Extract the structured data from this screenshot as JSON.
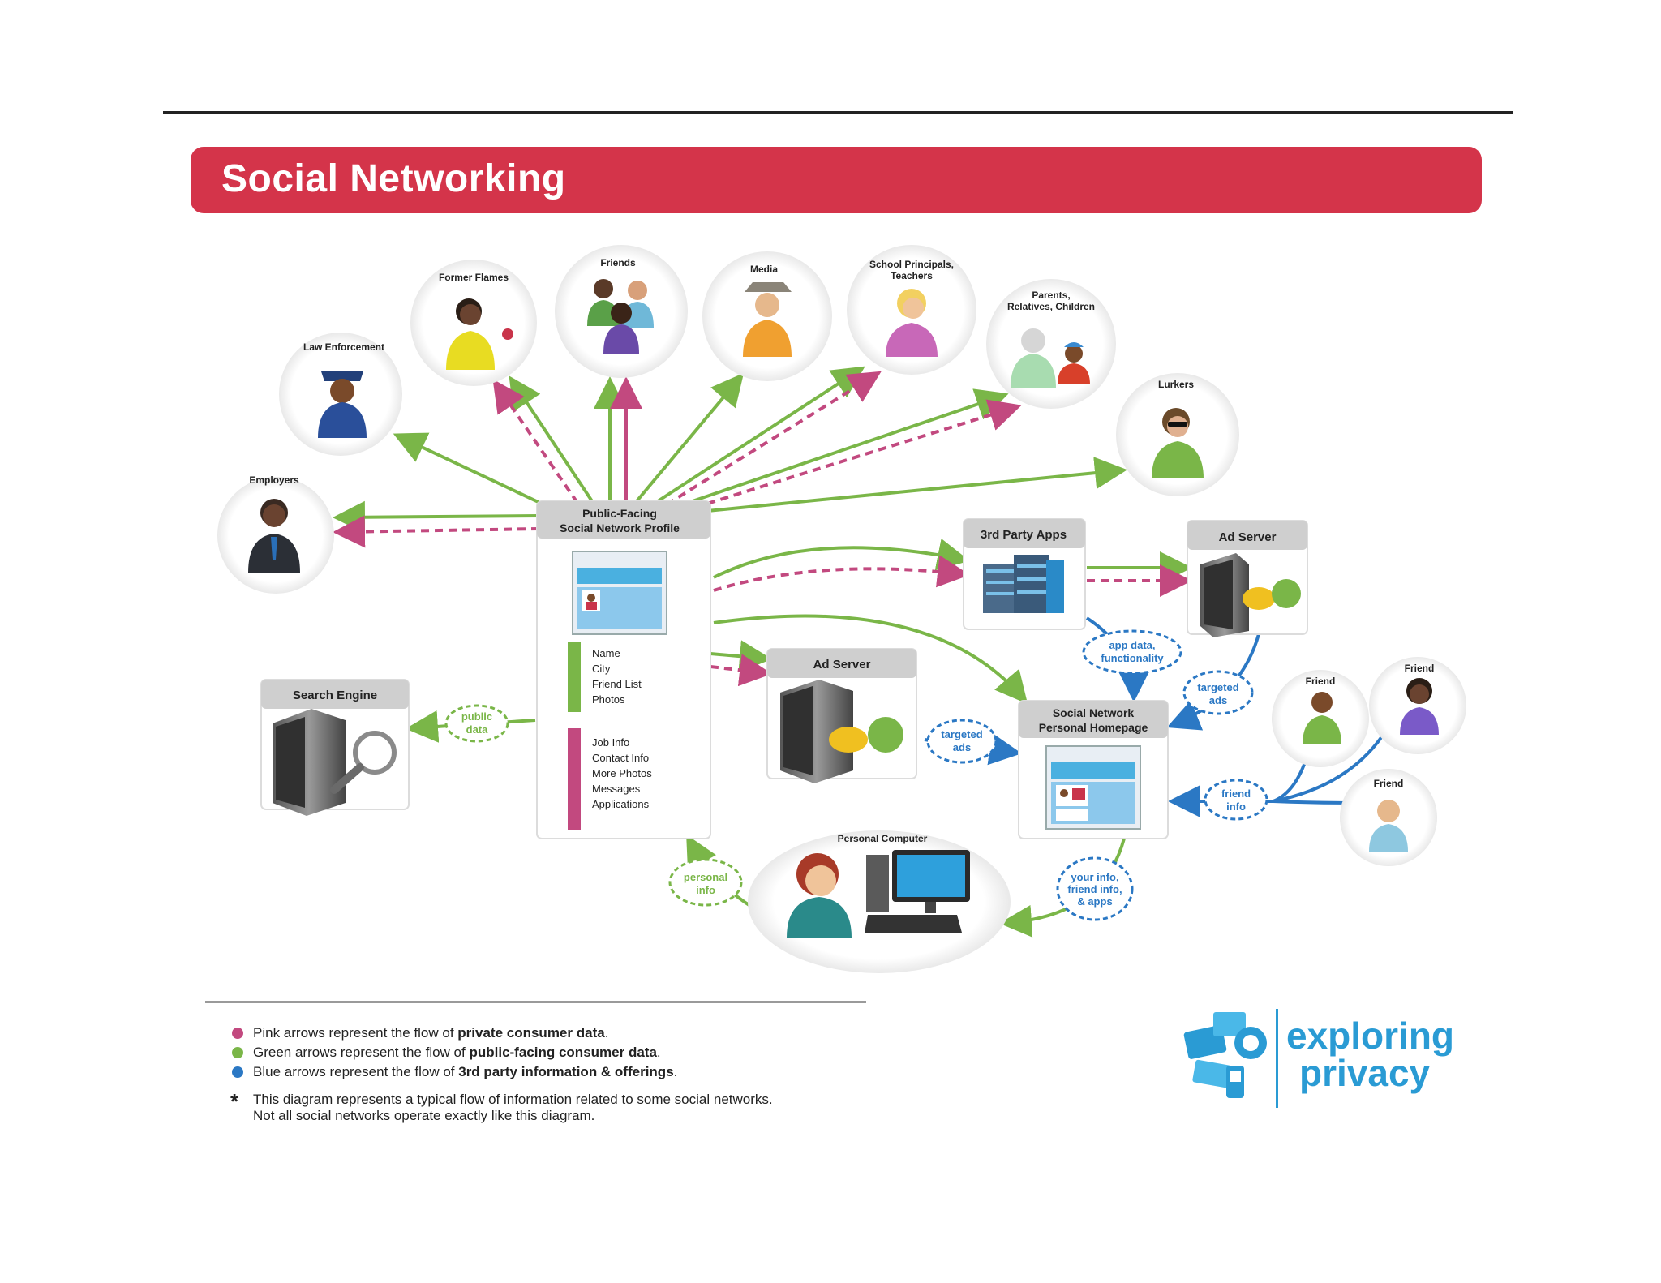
{
  "title": "Social Networking",
  "colors": {
    "banner": "#d4344a",
    "pink": "#c2497f",
    "green": "#7ab648",
    "blue": "#2b78c4",
    "logo": "#2a9bd4"
  },
  "people": {
    "employers": "Employers",
    "law_enforcement": "Law Enforcement",
    "former_flames": "Former Flames",
    "friends": "Friends",
    "media": "Media",
    "school_line1": "School Principals,",
    "school_line2": "Teachers",
    "parents_line1": "Parents,",
    "parents_line2": "Relatives, Children",
    "lurkers": "Lurkers",
    "friend_a": "Friend",
    "friend_b": "Friend",
    "friend_c": "Friend",
    "personal_computer": "Personal Computer"
  },
  "profile": {
    "title_line1": "Public-Facing",
    "title_line2": "Social Network Profile",
    "public_items": [
      "Name",
      "City",
      "Friend List",
      "Photos"
    ],
    "private_items": [
      "Job Info",
      "Contact Info",
      "More Photos",
      "Messages",
      "Applications"
    ]
  },
  "servers": {
    "third_party_apps": "3rd Party Apps",
    "ad_server_right": "Ad Server",
    "ad_server_center": "Ad Server",
    "search_engine": "Search Engine",
    "homepage_line1": "Social Network",
    "homepage_line2": "Personal Homepage"
  },
  "flow_labels": {
    "public_data_1": "public",
    "public_data_2": "data",
    "app_data_1": "app data,",
    "app_data_2": "functionality",
    "targeted_ads_right_1": "targeted",
    "targeted_ads_right_2": "ads",
    "targeted_ads_center_1": "targeted",
    "targeted_ads_center_2": "ads",
    "friend_info_1": "friend",
    "friend_info_2": "info",
    "personal_info_1": "personal",
    "personal_info_2": "info",
    "your_info_1": "your info,",
    "your_info_2": "friend info,",
    "your_info_3": "& apps"
  },
  "legend": {
    "pink_pre": "Pink arrows represent the flow of ",
    "pink_bold": "private consumer data",
    "green_pre": "Green arrows represent the flow of ",
    "green_bold": "public-facing consumer data",
    "blue_pre": "Blue arrows represent the flow of ",
    "blue_bold": "3rd party information & offerings",
    "period": ".",
    "note_line1": "This diagram represents a typical flow of information related to some social networks.",
    "note_line2": "Not all social networks operate exactly like this diagram."
  },
  "logo": {
    "line1": "exploring",
    "line2": "privacy"
  },
  "icons": {
    "server": "server-icon",
    "magnifier": "magnifier-icon",
    "buildings": "office-buildings-icon",
    "computer": "desktop-computer-icon",
    "person": "person-avatar-icon"
  }
}
